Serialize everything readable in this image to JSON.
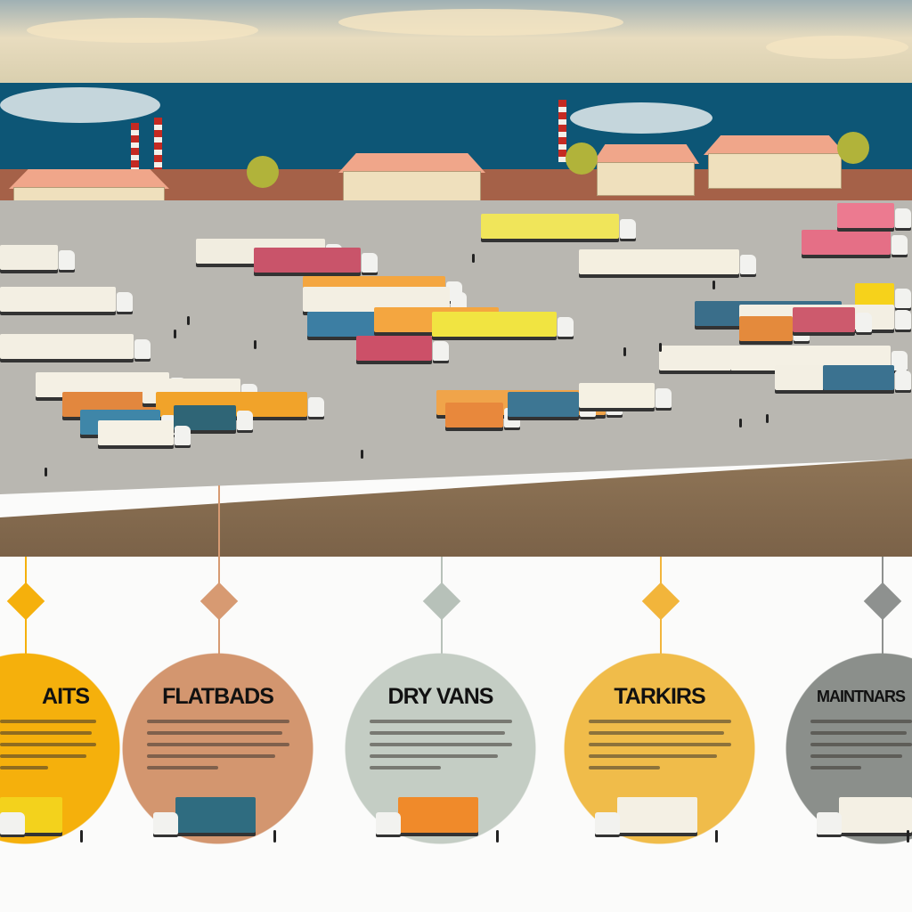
{
  "infographic": {
    "categories": [
      {
        "title": "AITS",
        "color": "#f5b00c",
        "diamond": "#f5b00c"
      },
      {
        "title": "FLATBADS",
        "color": "#d3966f",
        "diamond": "#d79a72"
      },
      {
        "title": "DRY VANS",
        "color": "#c4cdc4",
        "diamond": "#b7c1b9"
      },
      {
        "title": "TARKIRS",
        "color": "#f0bc4a",
        "diamond": "#f2b53b"
      },
      {
        "title": "MAINTNARS",
        "color": "#8b8f8b",
        "diamond": "#8e918f"
      }
    ]
  },
  "colors": {
    "sea": "#0d5676",
    "lot": "#b9b7b1",
    "ground": "#7b6248"
  }
}
